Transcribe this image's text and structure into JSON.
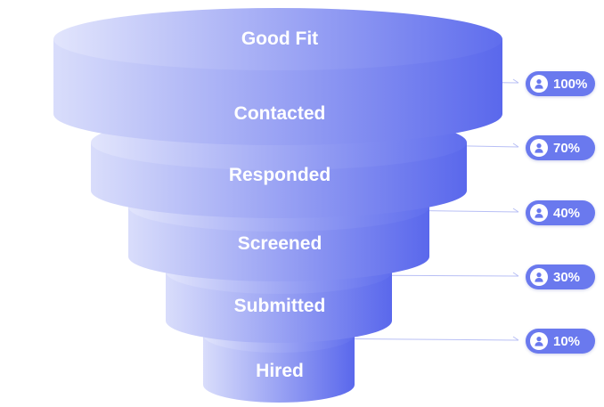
{
  "funnel": {
    "stages": [
      {
        "label": "Good Fit"
      },
      {
        "label": "Contacted"
      },
      {
        "label": "Responded"
      },
      {
        "label": "Screened"
      },
      {
        "label": "Submitted"
      },
      {
        "label": "Hired"
      }
    ],
    "badges": [
      {
        "icon": "user-icon",
        "value": "100%"
      },
      {
        "icon": "user-icon",
        "value": "70%"
      },
      {
        "icon": "user-icon",
        "value": "40%"
      },
      {
        "icon": "user-icon",
        "value": "30%"
      },
      {
        "icon": "user-icon",
        "value": "10%"
      }
    ]
  },
  "colors": {
    "funnel_light": "#d9ddfb",
    "funnel_dark": "#5a68ec",
    "badge": "#6a79ee",
    "connector": "#b8bff5",
    "label": "#ffffff"
  }
}
